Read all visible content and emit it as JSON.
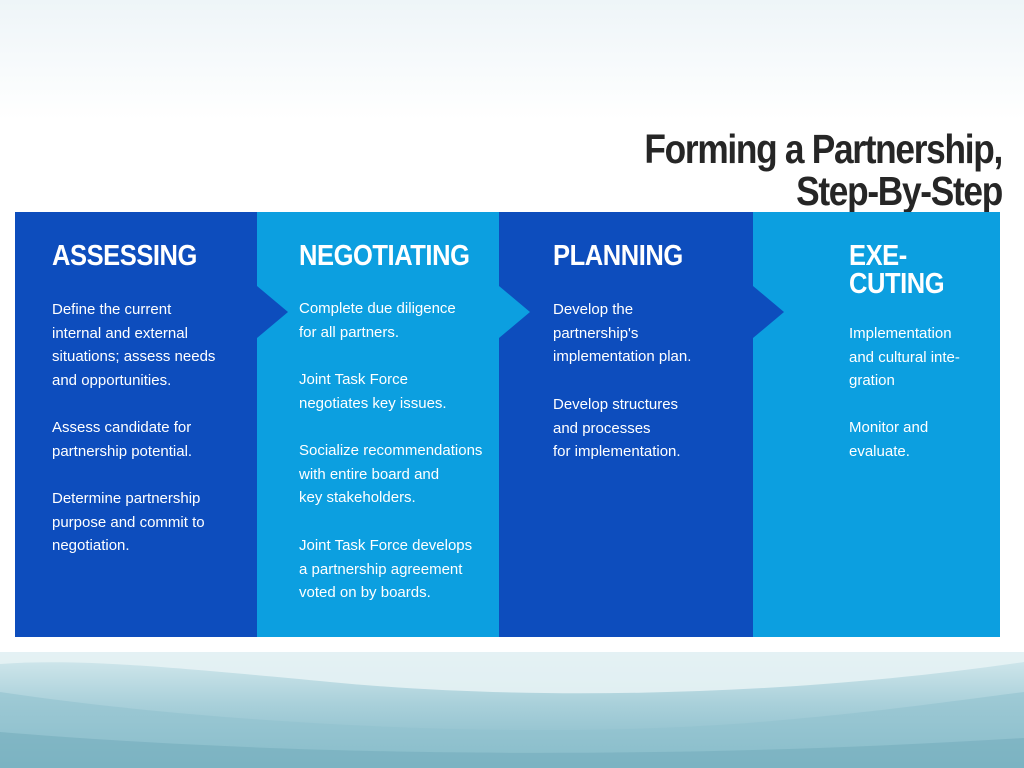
{
  "title": [
    "Forming a Partnership,",
    "Step-By-Step"
  ],
  "steps": [
    {
      "heading": [
        "ASSESSING"
      ],
      "paragraphs": [
        [
          "Define the current",
          "internal and external",
          "situations; assess needs",
          "and opportunities."
        ],
        [
          "Assess candidate for",
          "partnership potential."
        ],
        [
          "Determine partnership",
          "purpose and commit to",
          "negotiation."
        ]
      ]
    },
    {
      "heading": [
        "NEGOTIATING"
      ],
      "paragraphs": [
        [
          "Complete due diligence",
          "for all partners."
        ],
        [
          "Joint Task Force",
          "negotiates key issues."
        ],
        [
          "Socialize recommendations",
          "with entire board and",
          "key stakeholders."
        ],
        [
          "Joint Task Force develops",
          "a partnership agreement",
          "voted on by boards."
        ]
      ]
    },
    {
      "heading": [
        "PLANNING"
      ],
      "paragraphs": [
        [
          "Develop the",
          "partnership's",
          "implementation plan."
        ],
        [
          "Develop structures",
          "and processes",
          "for implementation."
        ]
      ]
    },
    {
      "heading": [
        "EXE-",
        "CUTING"
      ],
      "paragraphs": [
        [
          "Implementation",
          "and cultural inte-",
          "gration"
        ],
        [
          "Monitor and",
          "evaluate."
        ]
      ]
    }
  ],
  "colors": {
    "dark_blue": "#0d4dbd",
    "light_blue": "#0c9fe0",
    "title": "#262626"
  }
}
